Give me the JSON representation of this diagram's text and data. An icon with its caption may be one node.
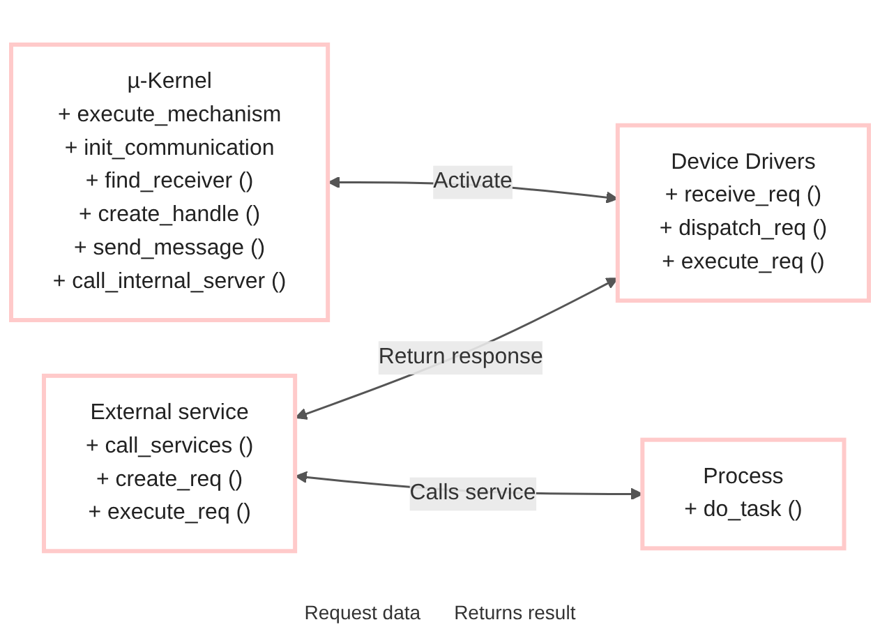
{
  "diagram": {
    "nodes": [
      {
        "text": [
          "µ-Kernel",
          "+ execute_mechanism",
          "+ init_communication",
          "+ find_receiver ()",
          "+ create_handle ()",
          "+ send_message ()",
          "+ call_internal_server ()"
        ]
      },
      {
        "text": [
          "Device Drivers",
          "+ receive_req ()",
          "+ dispatch_req ()",
          "+ execute_req ()"
        ]
      },
      {
        "text": [
          "External service",
          "+ call_services ()",
          "+ create_req ()",
          "+ execute_req ()"
        ]
      },
      {
        "text": [
          "Process",
          "+ do_task ()"
        ]
      }
    ],
    "edges": [
      {
        "from": 0,
        "to": 1,
        "arrow": "both",
        "label": "Activate"
      },
      {
        "from": 2,
        "to": 1,
        "arrow": "both",
        "label": "Return response"
      },
      {
        "from": 2,
        "to": 3,
        "arrow": "both",
        "label": "Calls service"
      }
    ],
    "labels": [
      "Request data",
      "Returns result"
    ]
  }
}
